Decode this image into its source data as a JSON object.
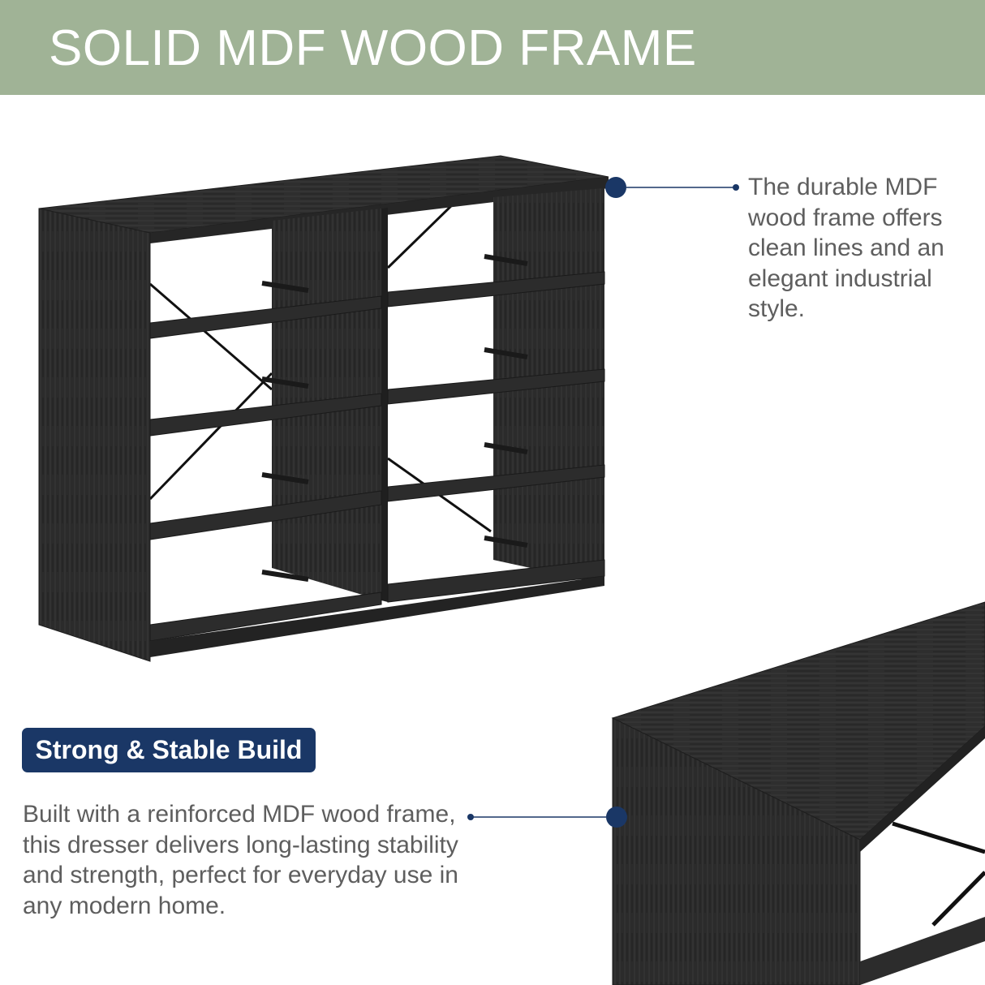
{
  "header": {
    "title": "SOLID MDF WOOD FRAME"
  },
  "callout_top": {
    "text": "The durable MDF wood frame offers clean lines and an elegant industrial style."
  },
  "badge": {
    "label": "Strong & Stable Build"
  },
  "callout_bottom": {
    "text": "Built with a reinforced MDF wood frame, this dresser delivers long-lasting stability and strength, perfect for everyday use in any modern home."
  },
  "colors": {
    "header_bg": "#a0b396",
    "badge_bg": "#1a3766",
    "marker": "#1a3766",
    "wood": "#2a2a2a",
    "text": "#5e5e5e"
  }
}
